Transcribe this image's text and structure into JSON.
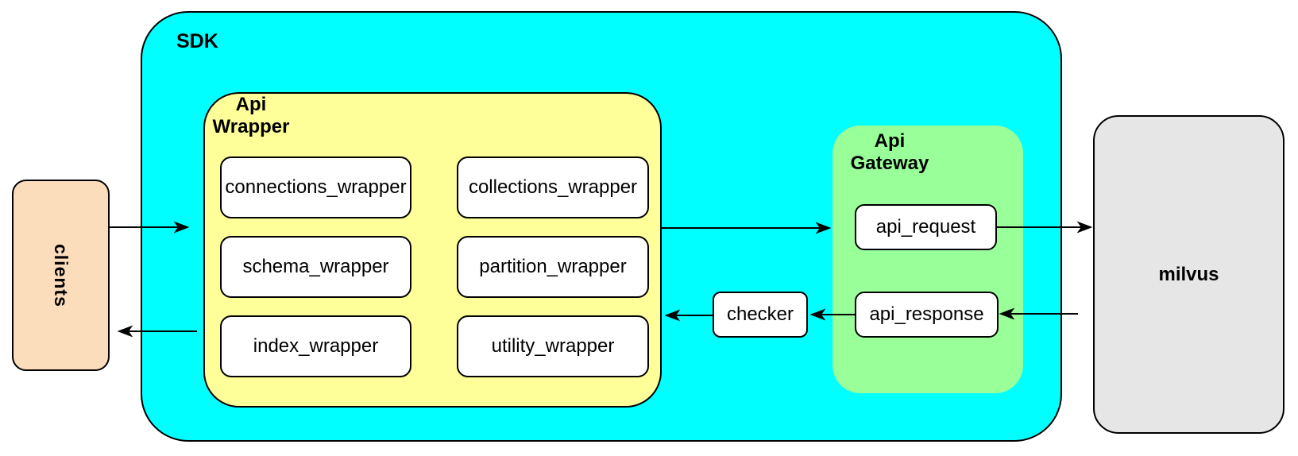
{
  "colors": {
    "sdk_fill": "#00ffff",
    "api_wrapper_fill": "#ffff99",
    "api_gateway_fill": "#99ff99",
    "clients_fill": "#fbdcbb",
    "milvus_fill": "#e6e6e6",
    "module_fill": "#ffffff",
    "stroke": "#000000"
  },
  "clients": {
    "label": "clients"
  },
  "sdk": {
    "label": "SDK"
  },
  "api_wrapper": {
    "label": "Api\nWrapper",
    "modules": [
      {
        "label": "connections_wrapper"
      },
      {
        "label": "collections_wrapper"
      },
      {
        "label": "schema_wrapper"
      },
      {
        "label": "partition_wrapper"
      },
      {
        "label": "index_wrapper"
      },
      {
        "label": "utility_wrapper"
      }
    ]
  },
  "checker": {
    "label": "checker"
  },
  "api_gateway": {
    "label": "Api\nGateway",
    "request_label": "api_request",
    "response_label": "api_response"
  },
  "milvus": {
    "label": "milvus"
  }
}
